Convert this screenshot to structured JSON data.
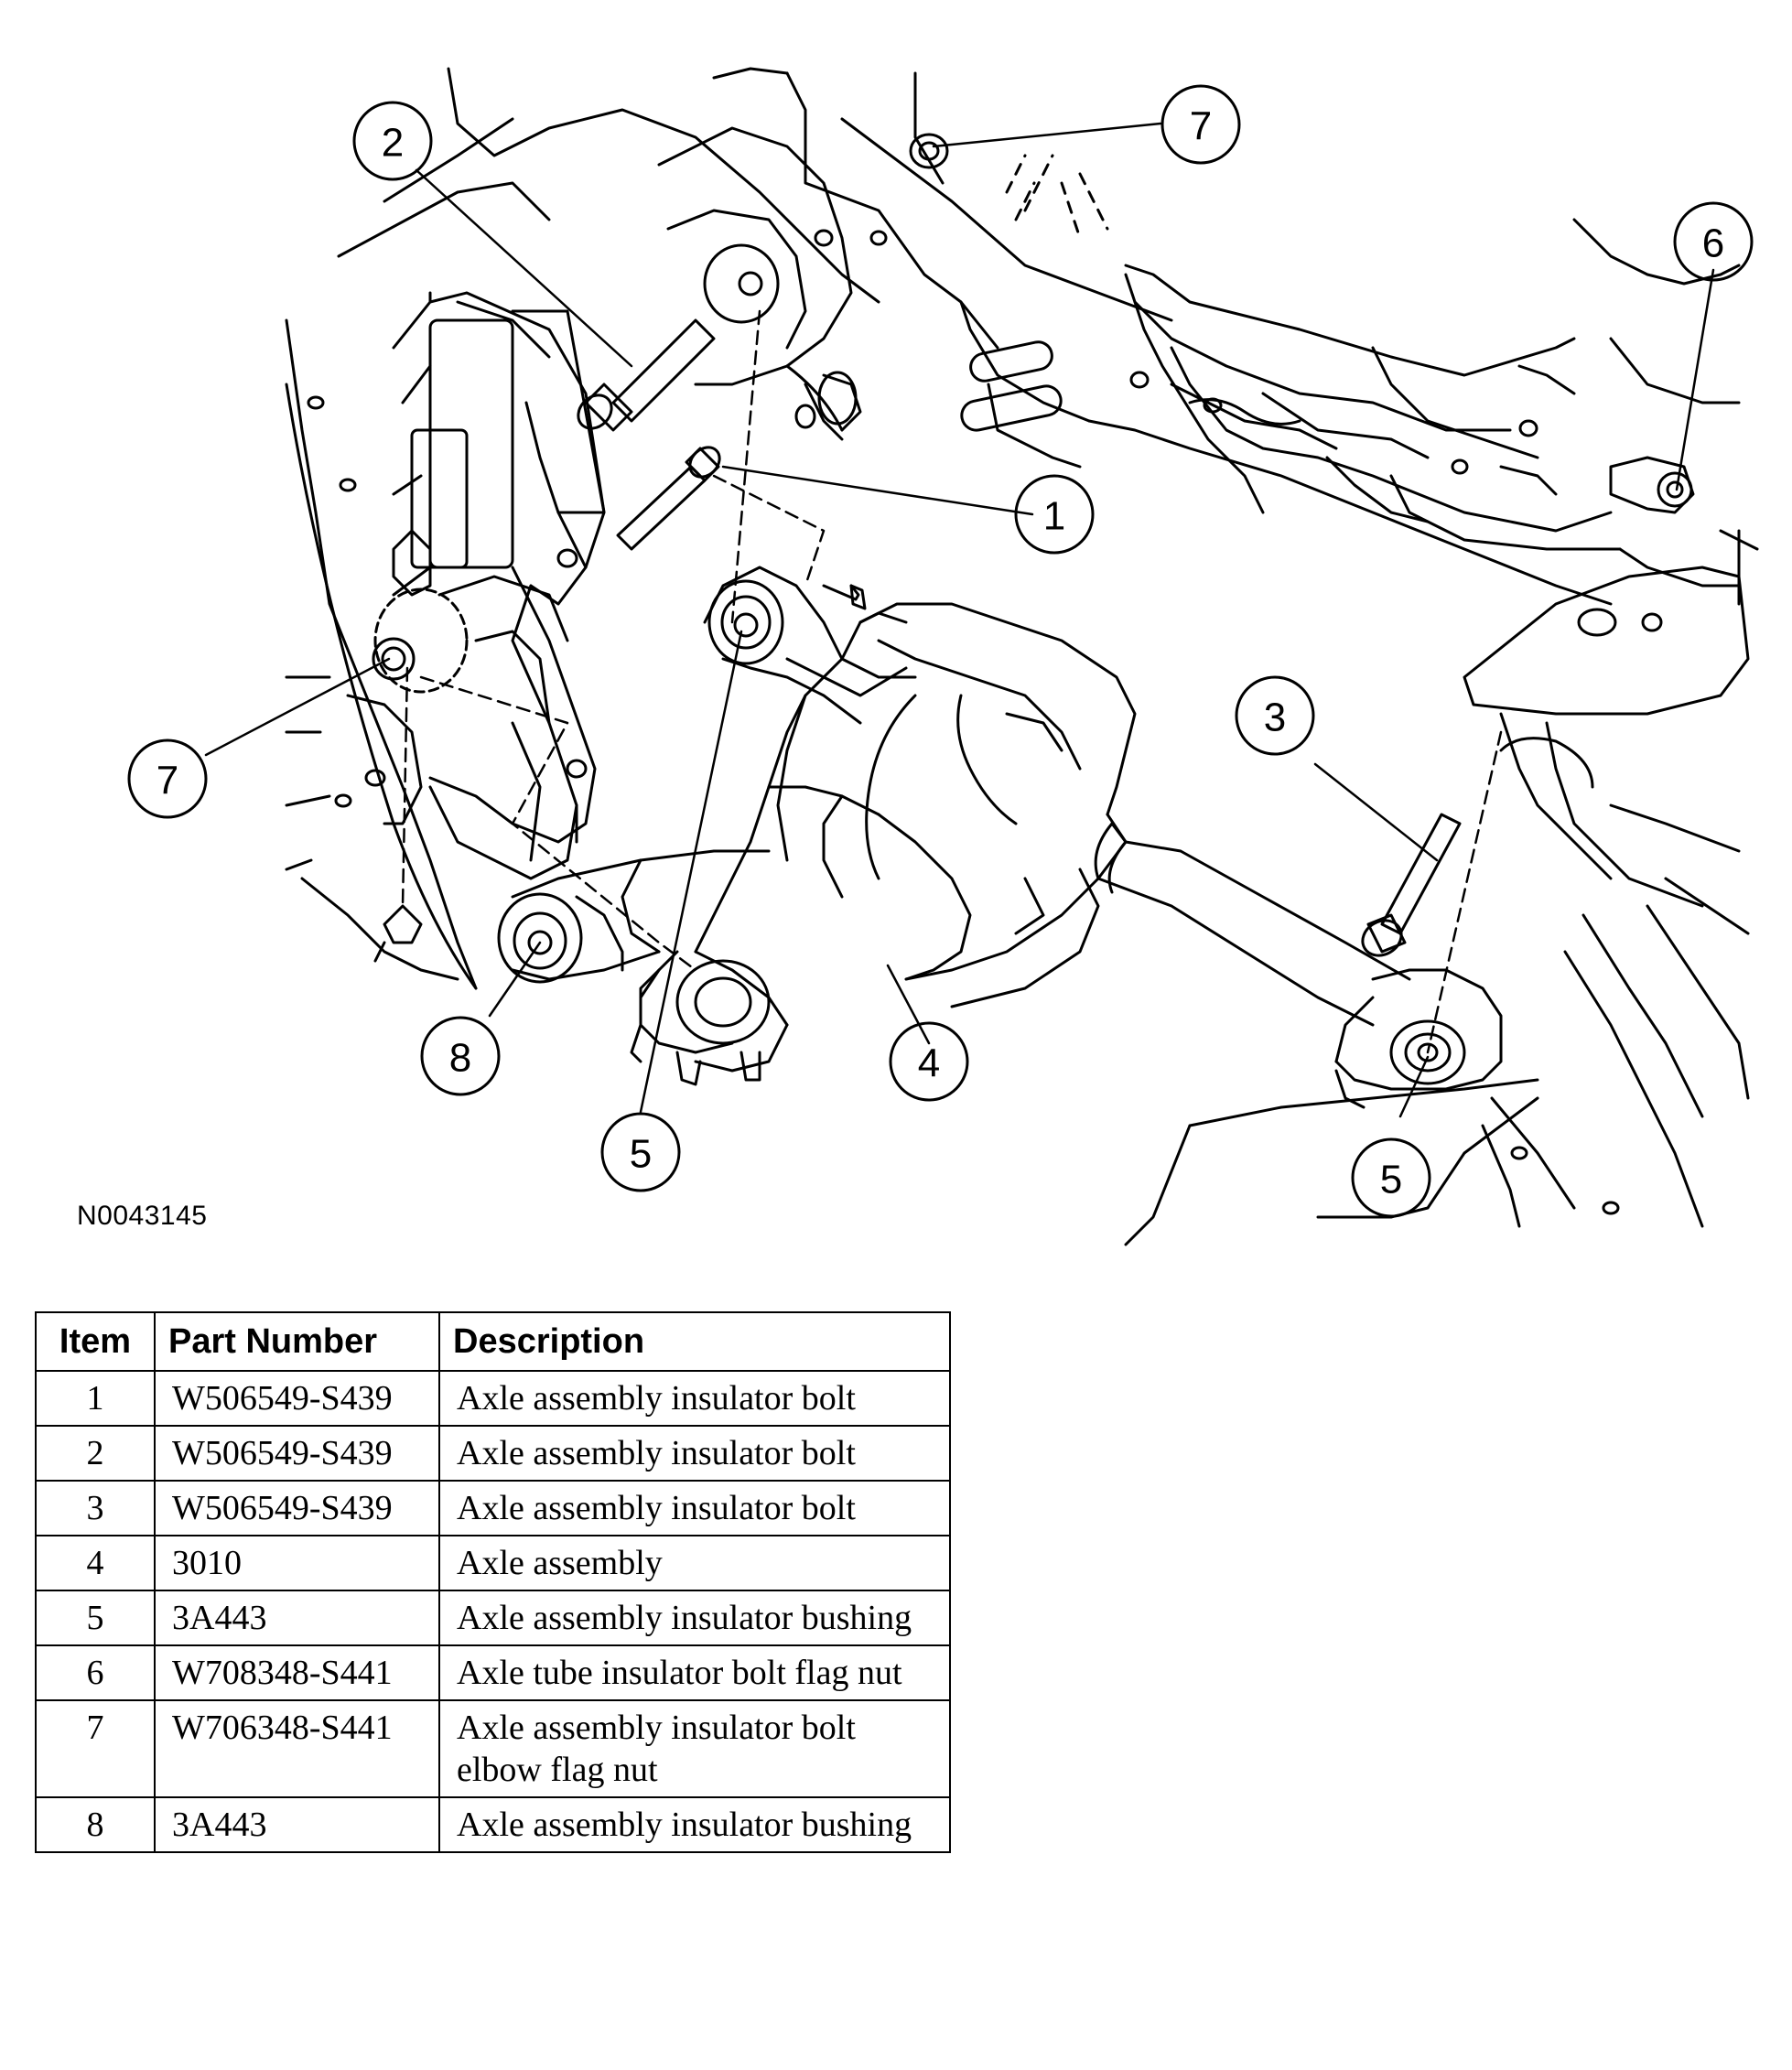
{
  "figure_id": "N0043145",
  "callouts": [
    "1",
    "2",
    "3",
    "4",
    "5",
    "6",
    "7",
    "8"
  ],
  "table": {
    "headers": [
      "Item",
      "Part Number",
      "Description"
    ],
    "rows": [
      {
        "item": "1",
        "part": "W506549-S439",
        "desc": "Axle assembly insulator bolt"
      },
      {
        "item": "2",
        "part": "W506549-S439",
        "desc": "Axle assembly insulator bolt"
      },
      {
        "item": "3",
        "part": "W506549-S439",
        "desc": "Axle assembly insulator bolt"
      },
      {
        "item": "4",
        "part": "3010",
        "desc": "Axle assembly"
      },
      {
        "item": "5",
        "part": "3A443",
        "desc": "Axle assembly insulator bushing"
      },
      {
        "item": "6",
        "part": "W708348-S441",
        "desc": "Axle tube insulator bolt flag nut"
      },
      {
        "item": "7",
        "part": "W706348-S441",
        "desc": "Axle assembly insulator bolt elbow flag nut"
      },
      {
        "item": "8",
        "part": "3A443",
        "desc": "Axle assembly insulator bushing"
      }
    ]
  }
}
